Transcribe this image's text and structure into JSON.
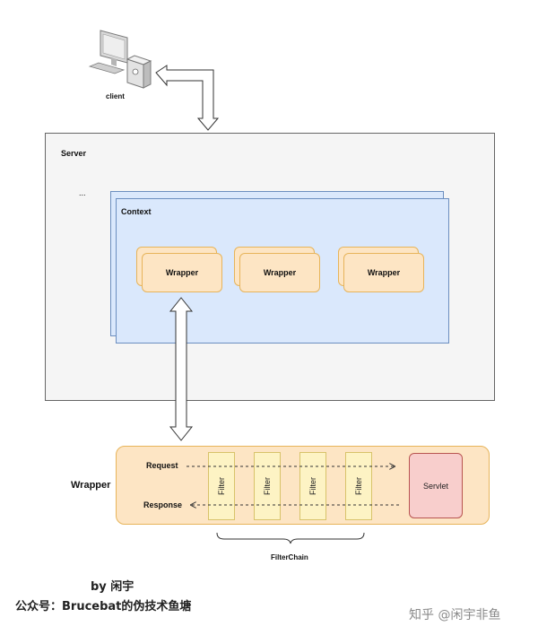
{
  "client": {
    "label": "client"
  },
  "server": {
    "label": "Server",
    "ellipsis": "..."
  },
  "context": {
    "label": "Context"
  },
  "wrappers": [
    "Wrapper",
    "Wrapper",
    "Wrapper"
  ],
  "detail": {
    "wrapper_label": "Wrapper",
    "request_label": "Request",
    "response_label": "Response",
    "filters": [
      "Filter",
      "Filter",
      "Filter",
      "Filter"
    ],
    "servlet_label": "Servlet",
    "filterchain_label": "FilterChain"
  },
  "footer": {
    "author": "by 闲宇",
    "account": "公众号：Brucebat的伪技术鱼塘",
    "watermark": "知乎 @闲宇非鱼"
  }
}
